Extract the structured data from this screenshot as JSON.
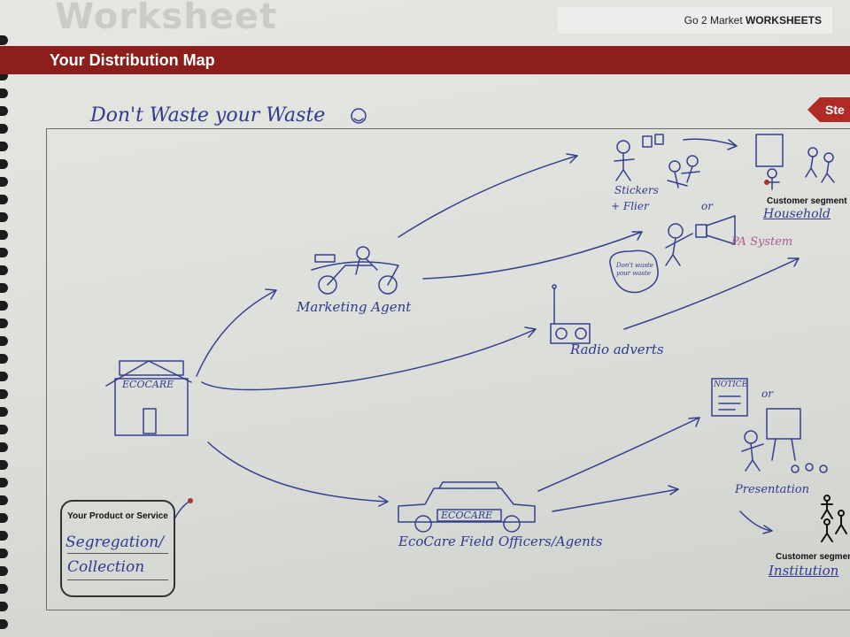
{
  "header": {
    "watermark": "Worksheet",
    "brand_prefix": "Go 2 Market ",
    "brand_strong": "WORKSHEETS",
    "banner_title": "Your Distribution Map",
    "step_tab": "Ste"
  },
  "map": {
    "title": "Don't Waste your Waste",
    "hub_sign": "ECOCARE",
    "nodes": {
      "marketing_agent": "Marketing Agent",
      "radio": "Radio adverts",
      "field_officers": "EcoCare Field Officers/Agents",
      "eco_car_sign": "ECOCARE",
      "stickers": "Stickers",
      "flyers": "+ Flier",
      "pa_system": "PA System",
      "or_top": "or",
      "or_bottom": "or",
      "speech_bubble": "Don't waste your waste",
      "notice": "NOTICE",
      "presentation": "Presentation"
    },
    "segments": {
      "household_label": "Customer segment",
      "household_value": "Household",
      "institution_label": "Customer segment",
      "institution_value": "Institution"
    },
    "product": {
      "label": "Your Product or Service",
      "value_line1": "Segregation/",
      "value_line2": "Collection"
    }
  },
  "colors": {
    "banner": "#8c1f1c",
    "ink": "#2f3a8f",
    "paper": "#e2e3df"
  }
}
